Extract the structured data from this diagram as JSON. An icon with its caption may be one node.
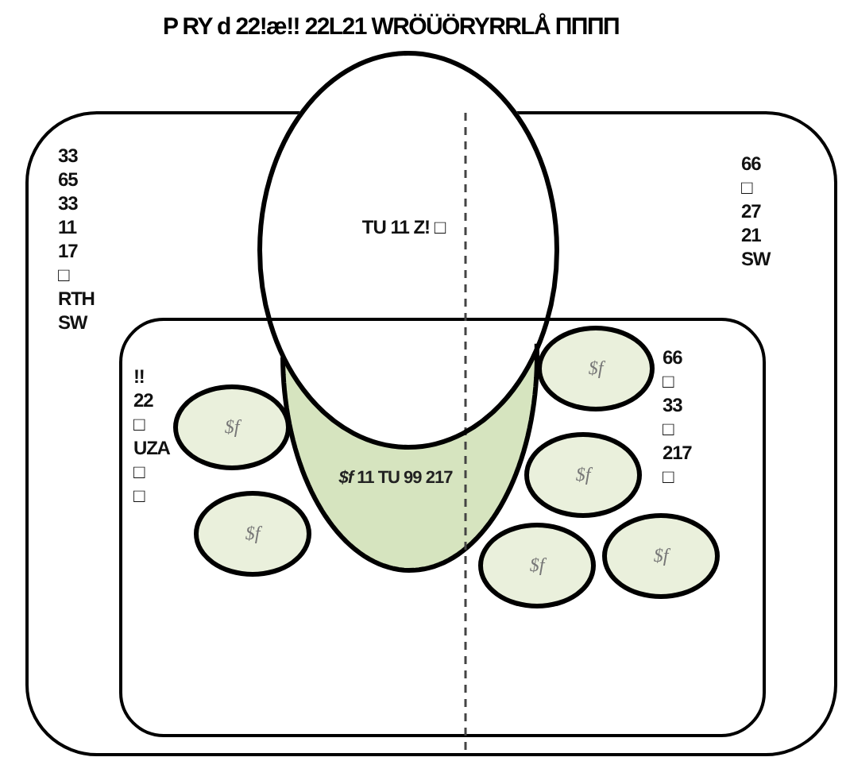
{
  "diagram": {
    "title": "P RY d 22!æ!! 22L21 WRÖÜÖRYRRLÅ ΠΠΠΠ",
    "nodes": [
      {
        "text": [
          "TU 11 Z! □"
        ]
      },
      {
        "text": [
          "33 65 33 11 17 □ RTH SW",
          "66 □ 27 21 SW"
        ]
      },
      {
        "text": [
          "!! 22 □ UZA □ □",
          "66 □ 33 □ 217 □"
        ],
        "in": 1
      },
      {
        "text": [
          "*$f* 11 TU 99 217"
        ],
        "in": 2
      },
      {
        "text": [
          "$f"
        ],
        "in": 2
      },
      {
        "text": [
          "$f"
        ],
        "in": 2
      },
      {
        "text": [
          "$f"
        ],
        "in": 2
      },
      {
        "text": [
          "$f"
        ],
        "in": 2
      },
      {
        "text": [
          "$f"
        ],
        "in": 2
      },
      {
        "text": [
          "$f"
        ],
        "in": 2
      }
    ]
  }
}
